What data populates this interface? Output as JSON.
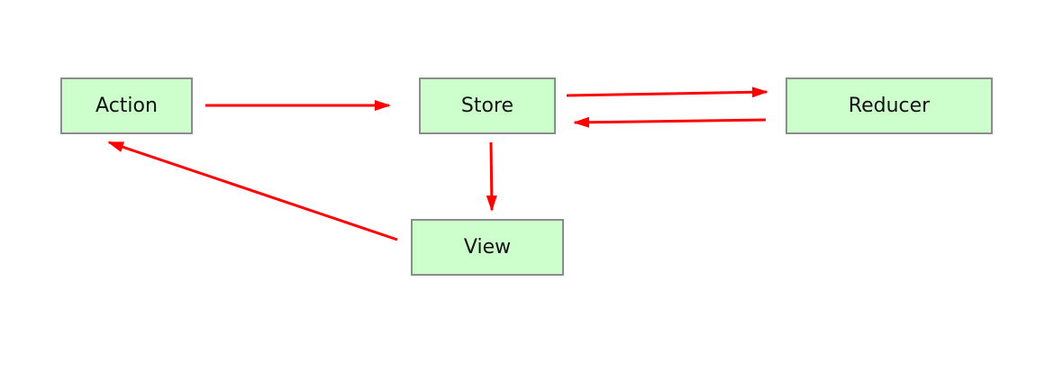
{
  "nodes": {
    "action": {
      "label": "Action"
    },
    "store": {
      "label": "Store"
    },
    "reducer": {
      "label": "Reducer"
    },
    "view": {
      "label": "View"
    }
  },
  "edges": [
    {
      "from": "Action",
      "to": "Store"
    },
    {
      "from": "Store",
      "to": "Reducer"
    },
    {
      "from": "Reducer",
      "to": "Store"
    },
    {
      "from": "Store",
      "to": "View"
    },
    {
      "from": "View",
      "to": "Action"
    }
  ],
  "colors": {
    "node_fill": "#ccffcc",
    "node_border": "#8c8c8c",
    "arrow": "#ff0000"
  }
}
